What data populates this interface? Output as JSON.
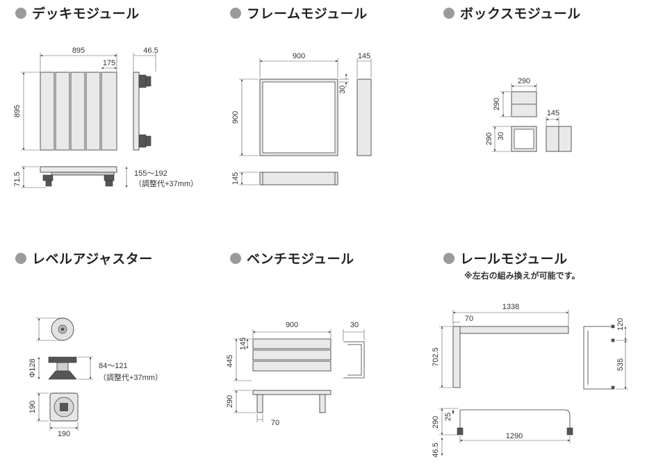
{
  "sections": {
    "deck": {
      "title": "デッキモジュール"
    },
    "frame": {
      "title": "フレームモジュール"
    },
    "box": {
      "title": "ボックスモジュール"
    },
    "level": {
      "title": "レベルアジャスター"
    },
    "bench": {
      "title": "ベンチモジュール"
    },
    "rail": {
      "title": "レールモジュール",
      "note": "※左右の組み換えが可能です。"
    }
  },
  "dims": {
    "deck": {
      "width": "895",
      "height": "895",
      "board": "175",
      "side": "46.5",
      "base": "71.5",
      "adjust": "155～192",
      "adjust_note": "（調整代+37mm）"
    },
    "frame": {
      "width": "900",
      "height": "900",
      "profile": "30",
      "depth": "145",
      "side_h": "145"
    },
    "box": {
      "width": "290",
      "height": "290",
      "depth": "145",
      "h2": "290",
      "profile": "30"
    },
    "level": {
      "diameter": "Φ128",
      "range": "84～121",
      "range_note": "（調整代+37mm）",
      "base_w": "190",
      "base_h": "190"
    },
    "bench": {
      "width": "900",
      "depth": "30",
      "height": "445",
      "slat": "145",
      "leg_h": "290",
      "leg_w": "70"
    },
    "rail": {
      "width": "1338",
      "post": "70",
      "height": "702.5",
      "bar": "120",
      "span": "535",
      "low_h": "290",
      "low_bar": "25",
      "low_w": "1290",
      "foot": "46.5"
    }
  }
}
